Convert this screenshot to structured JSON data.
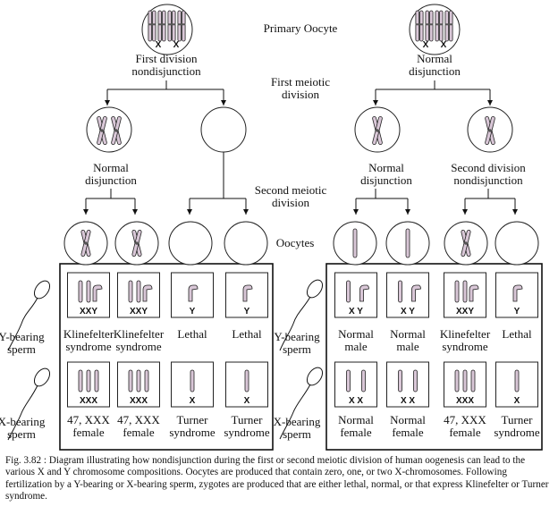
{
  "labels": {
    "primary_oocyte": "Primary Oocyte",
    "first_meiotic": [
      "First meiotic",
      "division"
    ],
    "second_meiotic": [
      "Second meiotic",
      "division"
    ],
    "oocytes": "Oocytes",
    "first_nondisjunction": [
      "First division",
      "nondisjunction"
    ],
    "normal_disjunction": [
      "Normal",
      "disjunction"
    ],
    "second_nondisjunction": [
      "Second division",
      "nondisjunction"
    ],
    "y_sperm": [
      "Y-bearing",
      "sperm"
    ],
    "x_sperm": [
      "X-bearing",
      "sperm"
    ]
  },
  "chromosome_marks": {
    "x": "X",
    "y": "Y"
  },
  "left_y_row": {
    "cells": [
      "XXY",
      "XXY",
      "Y",
      "Y"
    ],
    "outcomes": [
      [
        "Klinefelter",
        "syndrome"
      ],
      [
        "Klinefelter",
        "syndrome"
      ],
      [
        "Lethal"
      ],
      [
        "Lethal"
      ]
    ]
  },
  "left_x_row": {
    "cells": [
      "XXX",
      "XXX",
      "X",
      "X"
    ],
    "outcomes": [
      [
        "47, XXX",
        "female"
      ],
      [
        "47, XXX",
        "female"
      ],
      [
        "Turner",
        "syndrome"
      ],
      [
        "Turner",
        "syndrome"
      ]
    ]
  },
  "right_y_row": {
    "cells": [
      "X Y",
      "X Y",
      "XXY",
      "Y"
    ],
    "outcomes": [
      [
        "Normal",
        "male"
      ],
      [
        "Normal",
        "male"
      ],
      [
        "Klinefelter",
        "syndrome"
      ],
      [
        "Lethal"
      ]
    ]
  },
  "right_x_row": {
    "cells": [
      "X X",
      "X X",
      "XXX",
      "X"
    ],
    "outcomes": [
      [
        "Normal",
        "female"
      ],
      [
        "Normal",
        "female"
      ],
      [
        "47, XXX",
        "female"
      ],
      [
        "Turner",
        "syndrome"
      ]
    ]
  },
  "caption": {
    "fig": "Fig. 3.82 :",
    "text": "Diagram illustrating how nondisjunction during the first or second meiotic division of human oogenesis can lead to the various X and Y chromosome compositions. Oocytes are produced that contain zero, one, or two X-chromosomes. Following fertilization by a Y-bearing or X-bearing sperm, zygotes are produced that are either lethal, normal, or that express Klinefelter or Turner syndrome."
  },
  "colors": {
    "chromosome": "#d9c7d7",
    "chromosome_edge": "#222222",
    "line": "#111111"
  }
}
